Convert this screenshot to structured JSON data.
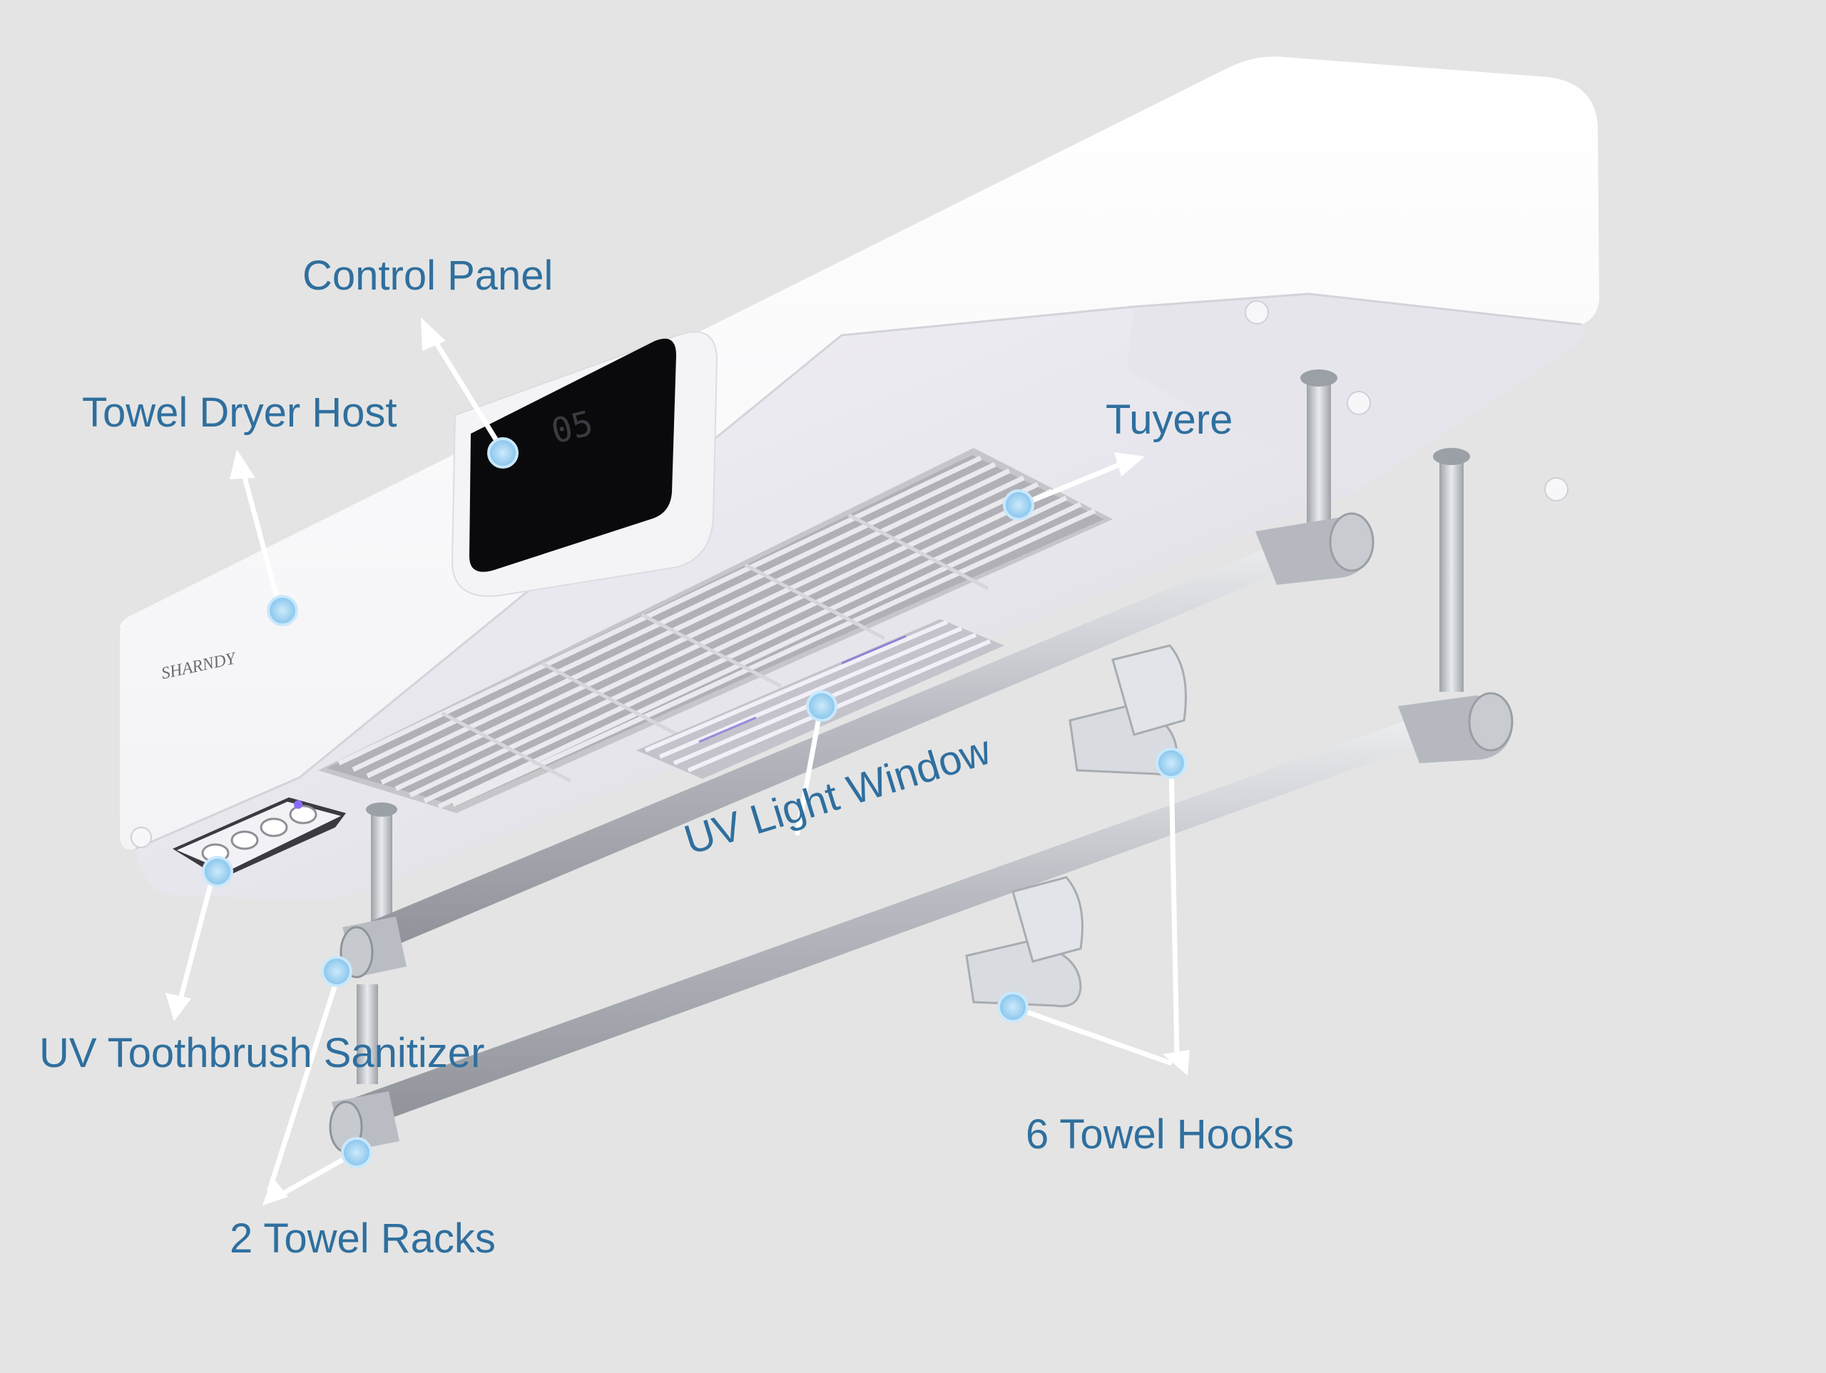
{
  "colors": {
    "background": "#e4e4e4",
    "label_text": "#2f6f9e",
    "dot_fill": "#9fd3f3",
    "arrow": "#ffffff",
    "device_body": "#ffffff",
    "device_underside": "#e9e8ef",
    "screen": "#0a0a0c",
    "rail_metal": "#b8bcc2"
  },
  "product": {
    "brand_mark": "SHARNDY",
    "display_readout": "05"
  },
  "labels": {
    "control_panel": "Control Panel",
    "towel_dryer_host": "Towel Dryer Host",
    "tuyere": "Tuyere",
    "uv_light_window": "UV Light Window",
    "uv_toothbrush_sanitizer": "UV Toothbrush Sanitizer",
    "two_towel_racks": "2 Towel Racks",
    "six_towel_hooks": "6 Towel Hooks"
  }
}
